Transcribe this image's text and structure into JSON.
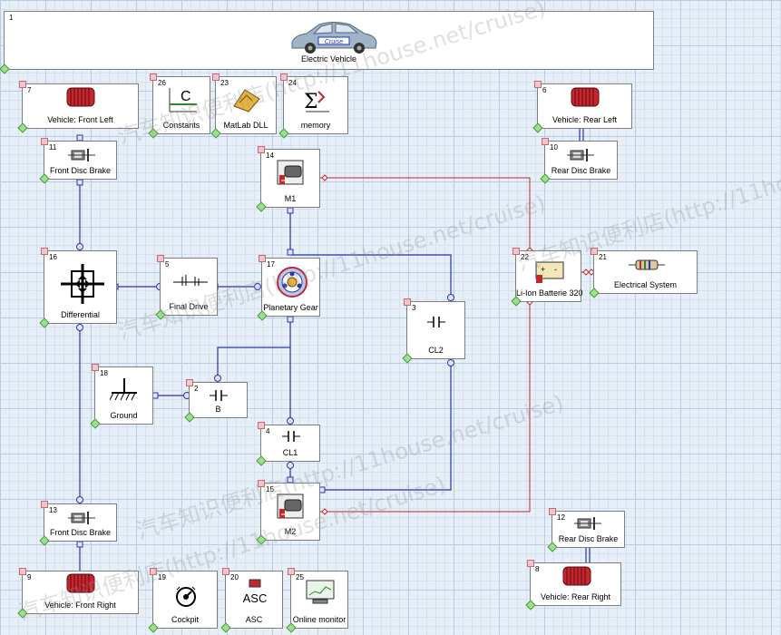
{
  "diagram": {
    "title_block": {
      "number": "1",
      "label": "Electric Vehicle",
      "logo_text": "Cruise"
    },
    "blocks": [
      {
        "id": "b7",
        "number": "7",
        "label": "Vehicle: Front Left",
        "icon": "wheel-icon"
      },
      {
        "id": "b26",
        "number": "26",
        "label": "Constants",
        "icon": "constants-icon"
      },
      {
        "id": "b23",
        "number": "23",
        "label": "MatLab DLL",
        "icon": "matlab-icon"
      },
      {
        "id": "b24",
        "number": "24",
        "label": "memory",
        "icon": "memory-icon"
      },
      {
        "id": "b6",
        "number": "6",
        "label": "Vehicle: Rear Left",
        "icon": "wheel-icon"
      },
      {
        "id": "b11",
        "number": "11",
        "label": "Front Disc Brake",
        "icon": "disc-brake-icon"
      },
      {
        "id": "b10",
        "number": "10",
        "label": "Rear Disc Brake",
        "icon": "disc-brake-icon"
      },
      {
        "id": "b14",
        "number": "14",
        "label": "M1",
        "icon": "electric-motor-icon"
      },
      {
        "id": "b16",
        "number": "16",
        "label": "Differential",
        "icon": "differential-icon"
      },
      {
        "id": "b5",
        "number": "5",
        "label": "Final Drive",
        "icon": "final-drive-icon"
      },
      {
        "id": "b17",
        "number": "17",
        "label": "Planetary Gear",
        "icon": "planetary-gear-icon"
      },
      {
        "id": "b22",
        "number": "22",
        "label": "Li-Ion Batterie 320",
        "icon": "battery-icon"
      },
      {
        "id": "b21",
        "number": "21",
        "label": "Electrical System",
        "icon": "resistor-icon"
      },
      {
        "id": "b3",
        "number": "3",
        "label": "CL2",
        "icon": "clutch-icon"
      },
      {
        "id": "b18",
        "number": "18",
        "label": "Ground",
        "icon": "ground-icon"
      },
      {
        "id": "b2",
        "number": "2",
        "label": "B",
        "icon": "clutch-icon"
      },
      {
        "id": "b4",
        "number": "4",
        "label": "CL1",
        "icon": "clutch-icon"
      },
      {
        "id": "b15",
        "number": "15",
        "label": "M2",
        "icon": "electric-motor-icon"
      },
      {
        "id": "b13",
        "number": "13",
        "label": "Front Disc Brake",
        "icon": "disc-brake-icon"
      },
      {
        "id": "b12",
        "number": "12",
        "label": "Rear Disc Brake",
        "icon": "disc-brake-icon"
      },
      {
        "id": "b9",
        "number": "9",
        "label": "Vehicle: Front Right",
        "icon": "wheel-icon"
      },
      {
        "id": "b8",
        "number": "8",
        "label": "Vehicle: Rear Right",
        "icon": "wheel-icon"
      },
      {
        "id": "b19",
        "number": "19",
        "label": "Cockpit",
        "icon": "cockpit-icon"
      },
      {
        "id": "b20",
        "number": "20",
        "label": "ASC",
        "icon": "asc-icon"
      },
      {
        "id": "b25",
        "number": "25",
        "label": "Online monitor",
        "icon": "monitor-icon"
      }
    ],
    "asc_icon_text": "ASC",
    "constants_icon_text": "C",
    "mechanical_link_color": "#2b35a8",
    "electrical_link_color": "#c0282e"
  },
  "watermarks": [
    {
      "text": "汽车知识便利店(http://11house.net/cruise)"
    },
    {
      "text": "汽车知识便利店(http://11house.net/cruise)"
    },
    {
      "text": "汽车知识便利店(http://11house.net/cruise)"
    },
    {
      "text": "汽车知识便利店(http://11house.net/cruise)"
    },
    {
      "text": "汽车知识便利店(http://11house.net/cruise)"
    }
  ]
}
